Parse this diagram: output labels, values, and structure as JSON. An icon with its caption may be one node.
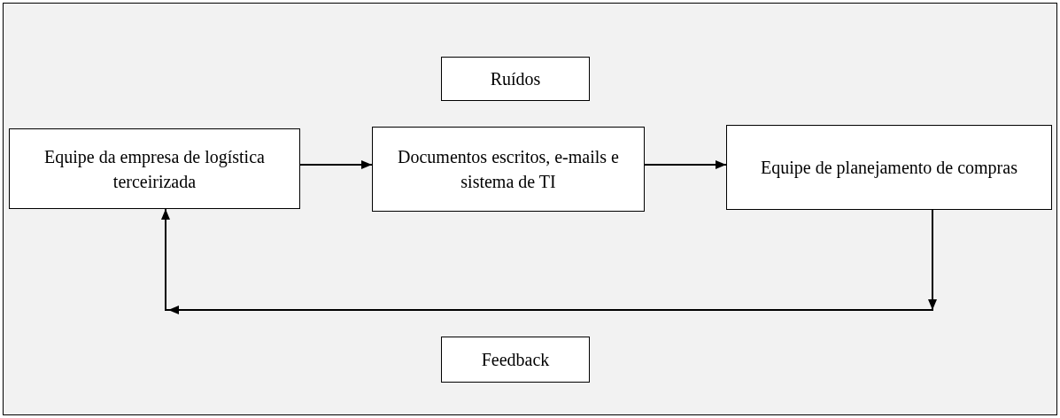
{
  "diagram": {
    "nodes": [
      {
        "text": [
          "Ruídos"
        ]
      },
      {
        "text": [
          "Equipe da empresa de logística terceirizada"
        ]
      },
      {
        "text": [
          "Documentos escritos, e-mails e sistema de TI"
        ]
      },
      {
        "text": [
          "Equipe de planejamento de compras"
        ]
      },
      {
        "text": [
          "Feedback"
        ]
      }
    ],
    "edges": [
      {
        "from": 1,
        "to": 2,
        "arrow": "to"
      },
      {
        "from": 2,
        "to": 3,
        "arrow": "to"
      },
      {
        "from": 3,
        "to": 1,
        "arrow": "to"
      }
    ]
  }
}
